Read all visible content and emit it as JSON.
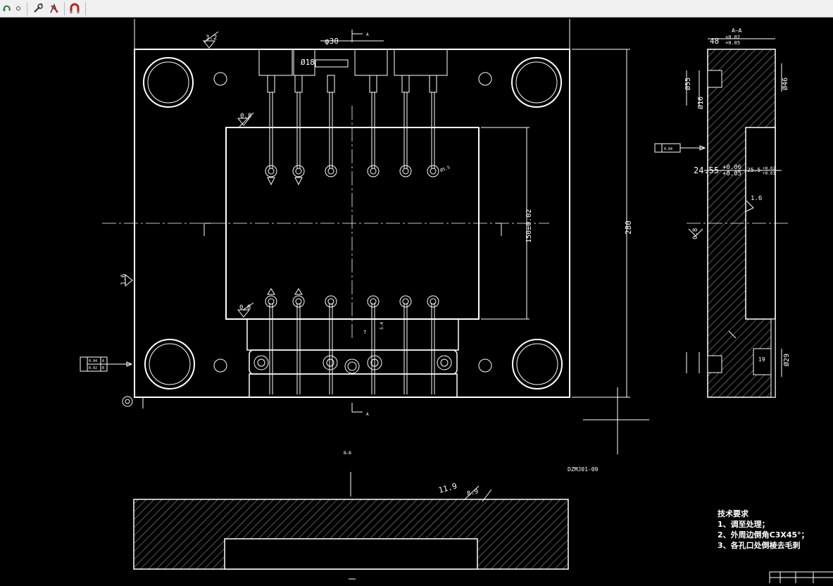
{
  "toolbar": {
    "buttons": [
      {
        "icon": "curve-arrow-icon"
      },
      {
        "icon": "small-circle-icon"
      },
      {
        "icon": "wrench-icon"
      },
      {
        "icon": "no-select-icon"
      },
      {
        "icon": "magnet-icon"
      }
    ]
  },
  "drawing": {
    "dim_30": "φ30",
    "dim_18": "Ø18",
    "rough_32": "3.2",
    "rough_08a": "0.8",
    "rough_08b": "0.8",
    "rough_16_left": "1.6",
    "section_a_top": "A",
    "section_a_bottom": "A",
    "dim_280": "280",
    "dim_150": "150±0.02",
    "hole_label": "Ø5.5",
    "dim_5_4": "5.4",
    "dim_7": "7",
    "tol_box_1a": "0.04",
    "tol_box_1b": "A",
    "tol_box_2a": "0.02",
    "tol_box_2b": "B",
    "section_label_aa": "A—A",
    "dim_48": "48",
    "dim_48_tol_hi": "+0.02",
    "dim_48_tol_lo": "+0.05",
    "dim_55": "Ø55",
    "dim_16": "Ø16",
    "dim_46": "Ø46",
    "tol_flag_side": "0.04",
    "dim_24_55": "24.55",
    "dim_24_tol_hi": "+0.06",
    "dim_24_tol_lo": "+0.05",
    "dim_25_5": "25.5",
    "dim_25_tol_hi": "+0.02",
    "dim_25_tol_lo": "+0.01",
    "rough_16_side": "1.6",
    "rough_08_side": "0.8",
    "dim_19": "19",
    "dim_29": "Ø29",
    "section_label_bb": "B—B",
    "dim_11_9": "11.9",
    "dim_8_9": "8.9",
    "drawing_number": "DZMJ01-09",
    "notes_title": "技术要求",
    "note_1": "1、调至处理；",
    "note_2": "2、外周边倒角C3X45°；",
    "note_3": "3、各孔口处倒棱去毛刺"
  },
  "colors": {
    "background": "#000000",
    "lines": "#ffffff",
    "toolbar": "#f0f0f0"
  }
}
